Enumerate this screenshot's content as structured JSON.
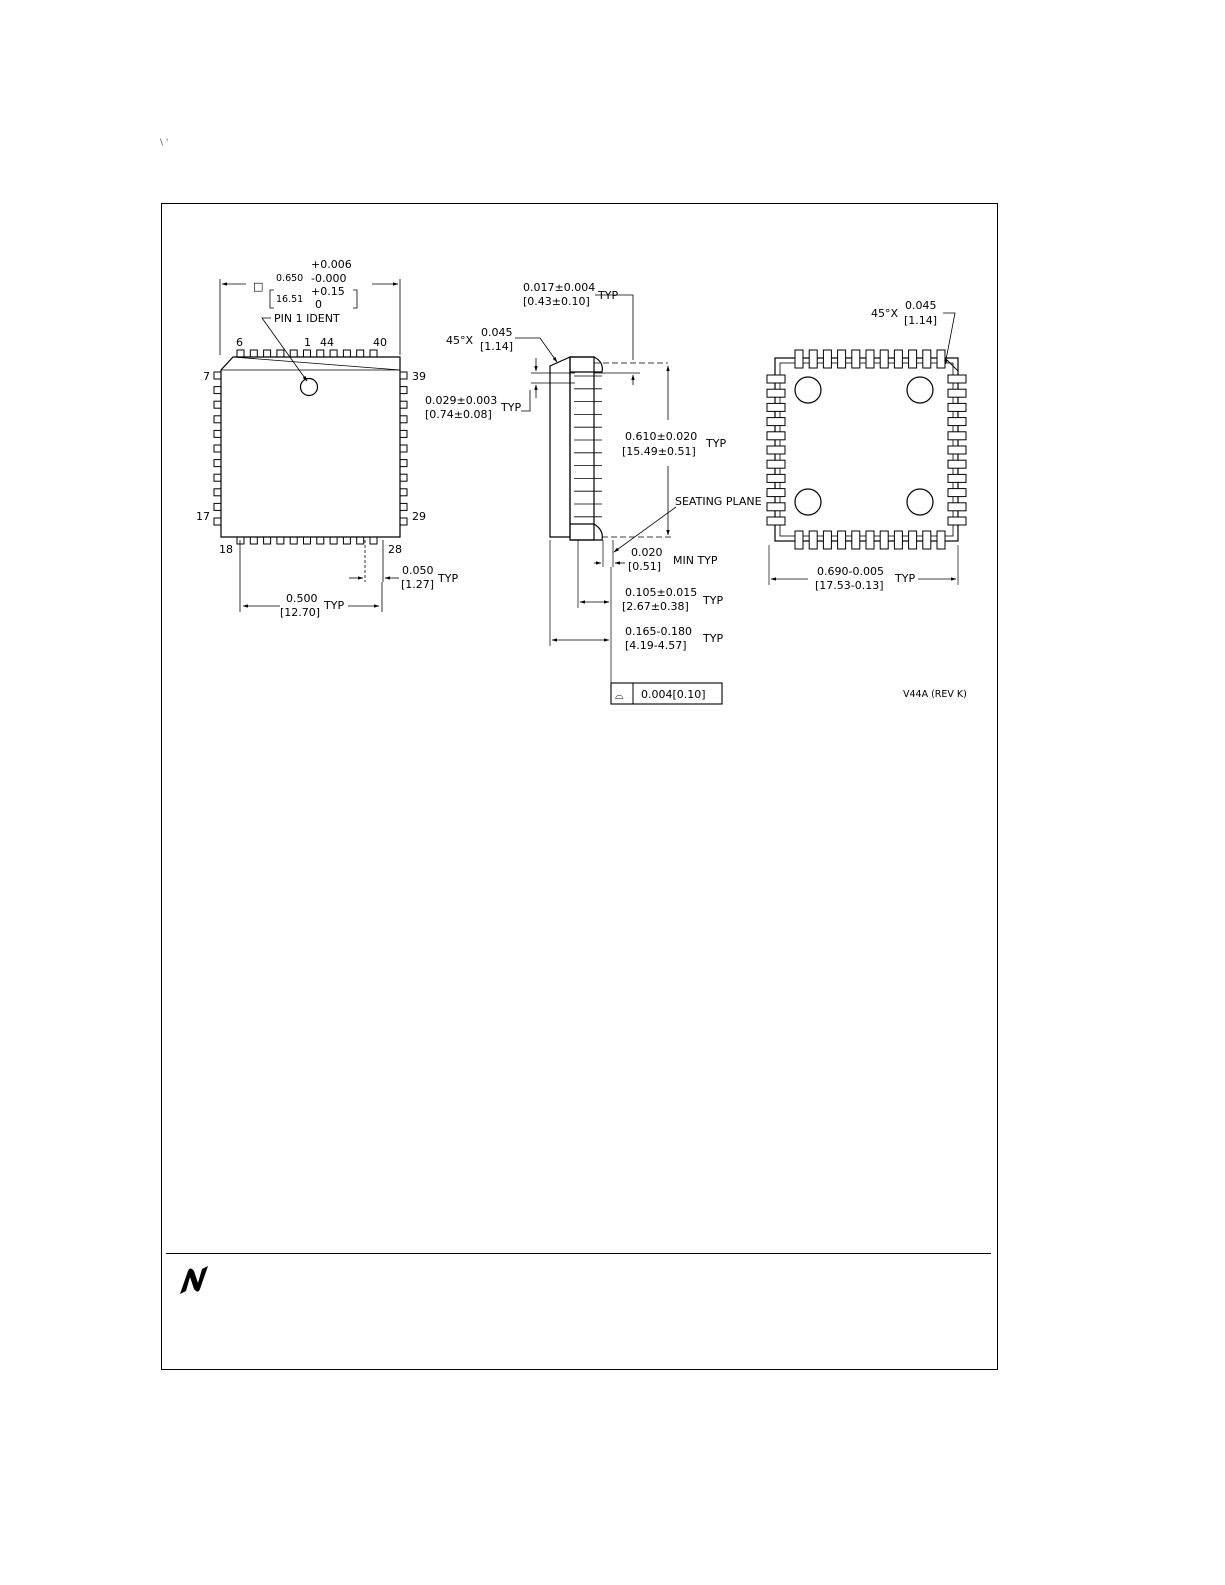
{
  "scan_mark": "\\ '",
  "top_view": {
    "square_symbol": "□",
    "width_in": "0.650",
    "tol_plus_in": "+0.006",
    "tol_minus_in": "-0.000",
    "width_mm": "16.51",
    "tol_plus_mm": "+0.15",
    "tol_minus_mm": "0",
    "pin1_label": "PIN 1 IDENT",
    "pin_labels": {
      "p6": "6",
      "p1": "1",
      "p44": "44",
      "p40": "40",
      "p7": "7",
      "p39": "39",
      "p17": "17",
      "p29": "29",
      "p18": "18",
      "p28": "28"
    },
    "pitch_in": "0.050",
    "pitch_mm": "[1.27]",
    "pitch_typ": "TYP",
    "span_in": "0.500",
    "span_mm": "[12.70]",
    "span_typ": "TYP"
  },
  "side_view": {
    "lead_width_in": "0.017±0.004",
    "lead_width_mm": "[0.43±0.10]",
    "lead_width_typ": "TYP",
    "chamfer_prefix": "45°X",
    "chamfer_in": "0.045",
    "chamfer_mm": "[1.14]",
    "lead_thick_in": "0.029±0.003",
    "lead_thick_mm": "[0.74±0.08]",
    "lead_thick_typ": "TYP",
    "row_span_in": "0.610±0.020",
    "row_span_mm": "[15.49±0.51]",
    "row_span_typ": "TYP",
    "seating_plane": "SEATING PLANE",
    "standoff_in": "0.020",
    "standoff_mm": "[0.51]",
    "standoff_typ": "MIN TYP",
    "body_h_in": "0.105±0.015",
    "body_h_mm": "[2.67±0.38]",
    "body_h_typ": "TYP",
    "total_h_in": "0.165-0.180",
    "total_h_mm": "[4.19-4.57]",
    "total_h_typ": "TYP",
    "coplanarity_symbol": "⌓",
    "coplanarity_value": "0.004[0.10]"
  },
  "bottom_view": {
    "chamfer_prefix": "45°X",
    "chamfer_in": "0.045",
    "chamfer_mm": "[1.14]",
    "overall_in": "0.690-0.005",
    "overall_mm": "[17.53-0.13]",
    "overall_typ": "TYP",
    "drawing_no": "V44A (REV K)"
  }
}
